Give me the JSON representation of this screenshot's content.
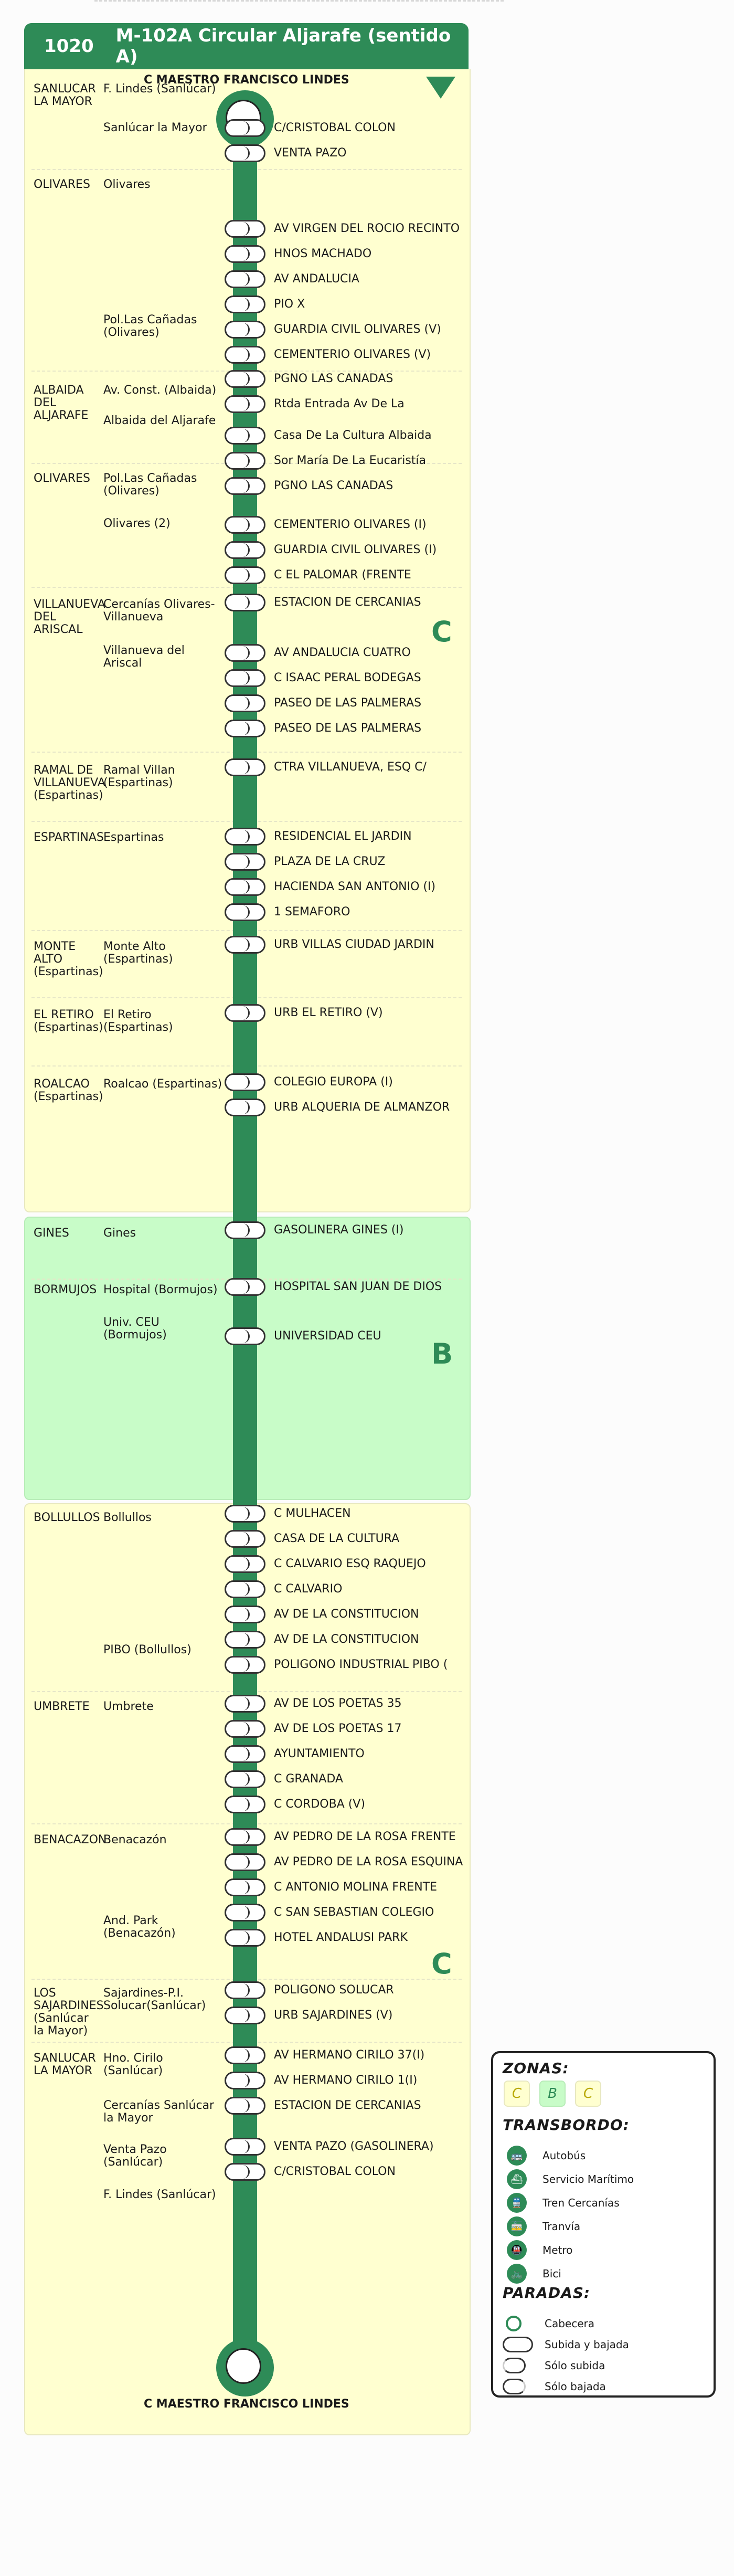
{
  "header": {
    "number": "1020",
    "name": "M-102A Circular Aljarafe (sentido A)"
  },
  "colors": {
    "line": "#2e8b57",
    "zone_c": "#ffffd0",
    "zone_b": "#c8fcc8"
  },
  "terminus": {
    "start": "C MAESTRO FRANCISCO LINDES",
    "end": "C MAESTRO FRANCISCO LINDES"
  },
  "zones": {
    "top": "C",
    "middle": "B",
    "bottom": "C"
  },
  "municipalities": [
    {
      "text": "SANLUCAR LA MAYOR"
    },
    {
      "text": "OLIVARES"
    },
    {
      "text": "ALBAIDA DEL ALJARAFE"
    },
    {
      "text": "OLIVARES"
    },
    {
      "text": "VILLANUEVA DEL ARISCAL"
    },
    {
      "text": "RAMAL DE VILLANUEVA (Espartinas)"
    },
    {
      "text": "ESPARTINAS"
    },
    {
      "text": "MONTE ALTO (Espartinas)"
    },
    {
      "text": "EL RETIRO (Espartinas)"
    },
    {
      "text": "ROALCAO (Espartinas)"
    },
    {
      "text": "GINES"
    },
    {
      "text": "BORMUJOS"
    },
    {
      "text": "BOLLULLOS"
    },
    {
      "text": "UMBRETE"
    },
    {
      "text": "BENACAZON"
    },
    {
      "text": "LOS SAJARDINES (Sanlúcar la Mayor)"
    },
    {
      "text": "SANLUCAR LA MAYOR"
    }
  ],
  "places": [
    {
      "text": "F. Lindes (Sanlúcar)"
    },
    {
      "text": "Sanlúcar la Mayor"
    },
    {
      "text": "Olivares"
    },
    {
      "text": "Pol.Las Cañadas (Olivares)"
    },
    {
      "text": "Av. Const. (Albaida)"
    },
    {
      "text": "Albaida del Aljarafe"
    },
    {
      "text": "Pol.Las Cañadas (Olivares)"
    },
    {
      "text": "Olivares (2)"
    },
    {
      "text": "Cercanías Olivares-Villanueva"
    },
    {
      "text": "Villanueva del Ariscal"
    },
    {
      "text": "Ramal Villan (Espartinas)"
    },
    {
      "text": "Espartinas"
    },
    {
      "text": "Monte Alto (Espartinas)"
    },
    {
      "text": "El Retiro (Espartinas)"
    },
    {
      "text": "Roalcao (Espartinas)"
    },
    {
      "text": "Gines"
    },
    {
      "text": "Hospital (Bormujos)"
    },
    {
      "text": "Univ. CEU (Bormujos)"
    },
    {
      "text": "Bollullos"
    },
    {
      "text": "PIBO (Bollullos)"
    },
    {
      "text": "Umbrete"
    },
    {
      "text": "Benacazón"
    },
    {
      "text": "And. Park (Benacazón)"
    },
    {
      "text": "Sajardines-P.I. Solucar(Sanlúcar)"
    },
    {
      "text": "Hno. Cirilo (Sanlúcar)"
    },
    {
      "text": "Cercanías Sanlúcar la Mayor"
    },
    {
      "text": "Venta Pazo (Sanlúcar)"
    },
    {
      "text": "F. Lindes (Sanlúcar)"
    }
  ],
  "stops": [
    {
      "name": "C/CRISTOBAL COLON"
    },
    {
      "name": "VENTA PAZO"
    },
    {
      "name": "AV VIRGEN DEL ROCIO RECINTO"
    },
    {
      "name": "HNOS MACHADO"
    },
    {
      "name": "AV ANDALUCIA"
    },
    {
      "name": "PIO X"
    },
    {
      "name": "GUARDIA CIVIL OLIVARES (V)"
    },
    {
      "name": "CEMENTERIO OLIVARES (V)"
    },
    {
      "name": "PGNO LAS CANADAS"
    },
    {
      "name": "Rtda Entrada Av De La"
    },
    {
      "name": "Casa De La Cultura Albaida"
    },
    {
      "name": "Sor María De La Eucaristía"
    },
    {
      "name": "PGNO LAS CANADAS"
    },
    {
      "name": "CEMENTERIO OLIVARES (I)"
    },
    {
      "name": "GUARDIA CIVIL OLIVARES (I)"
    },
    {
      "name": "C EL PALOMAR (FRENTE"
    },
    {
      "name": "ESTACION DE CERCANIAS"
    },
    {
      "name": "AV  ANDALUCIA  CUATRO"
    },
    {
      "name": "C ISAAC PERAL BODEGAS"
    },
    {
      "name": "PASEO DE LAS PALMERAS"
    },
    {
      "name": "PASEO DE LAS PALMERAS"
    },
    {
      "name": "CTRA VILLANUEVA, ESQ C/"
    },
    {
      "name": "RESIDENCIAL EL JARDIN"
    },
    {
      "name": "PLAZA DE LA CRUZ"
    },
    {
      "name": "HACIENDA SAN ANTONIO (I)"
    },
    {
      "name": "1 SEMAFORO"
    },
    {
      "name": "URB VILLAS CIUDAD JARDIN"
    },
    {
      "name": "URB EL RETIRO (V)"
    },
    {
      "name": "COLEGIO EUROPA (I)"
    },
    {
      "name": "URB ALQUERIA DE ALMANZOR"
    },
    {
      "name": "GASOLINERA GINES (I)"
    },
    {
      "name": "HOSPITAL SAN JUAN DE DIOS"
    },
    {
      "name": "UNIVERSIDAD CEU"
    },
    {
      "name": "C MULHACEN"
    },
    {
      "name": "CASA DE LA CULTURA"
    },
    {
      "name": "C CALVARIO ESQ RAQUEJO"
    },
    {
      "name": "C CALVARIO"
    },
    {
      "name": "AV DE LA CONSTITUCION"
    },
    {
      "name": "AV DE LA CONSTITUCION"
    },
    {
      "name": "POLIGONO INDUSTRIAL PIBO ("
    },
    {
      "name": "AV DE LOS POETAS 35"
    },
    {
      "name": "AV  DE LOS POETAS  17"
    },
    {
      "name": "AYUNTAMIENTO"
    },
    {
      "name": "C  GRANADA"
    },
    {
      "name": "C  CORDOBA (V)"
    },
    {
      "name": "AV PEDRO DE LA ROSA FRENTE"
    },
    {
      "name": "AV PEDRO DE LA ROSA ESQUINA"
    },
    {
      "name": "C ANTONIO MOLINA FRENTE"
    },
    {
      "name": "C SAN SEBASTIAN COLEGIO"
    },
    {
      "name": "HOTEL ANDALUSI PARK"
    },
    {
      "name": "POLIGONO SOLUCAR"
    },
    {
      "name": "URB SAJARDINES (V)"
    },
    {
      "name": "AV HERMANO CIRILO 37(I)"
    },
    {
      "name": "AV HERMANO CIRILO 1(I)"
    },
    {
      "name": "ESTACION DE CERCANIAS"
    },
    {
      "name": "VENTA PAZO (GASOLINERA)"
    },
    {
      "name": "C/CRISTOBAL COLON"
    }
  ],
  "legend": {
    "title_zones": "ZONAS:",
    "zone_labels": [
      "C",
      "B",
      "C"
    ],
    "title_transfer": "TRANSBORDO:",
    "transfers": [
      {
        "label": "Autobús",
        "icon": "bus-icon",
        "glyph": "🚌"
      },
      {
        "label": "Servicio Marítimo",
        "icon": "boat-icon",
        "glyph": "⛴"
      },
      {
        "label": "Tren Cercanías",
        "icon": "train-icon",
        "glyph": "🚆"
      },
      {
        "label": "Tranvía",
        "icon": "tram-icon",
        "glyph": "🚋"
      },
      {
        "label": "Metro",
        "icon": "metro-icon",
        "glyph": "🚇"
      },
      {
        "label": "Bici",
        "icon": "bike-icon",
        "glyph": "🚲"
      }
    ],
    "title_stops": "PARADAS:",
    "stop_types": [
      {
        "label": "Cabecera"
      },
      {
        "label": "Subida y bajada"
      },
      {
        "label": "Sólo subida"
      },
      {
        "label": "Sólo bajada"
      }
    ]
  }
}
